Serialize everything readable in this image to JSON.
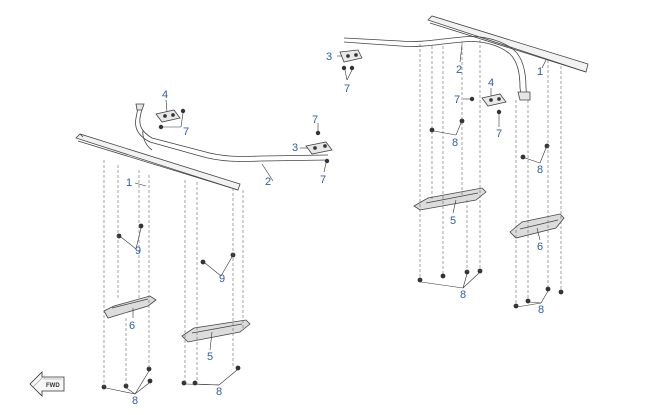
{
  "diagram": {
    "forward_marker_label": "FWD",
    "callouts": [
      {
        "id": "c1-left",
        "text": "1"
      },
      {
        "id": "c2-left",
        "text": "2"
      },
      {
        "id": "c3-left",
        "text": "3"
      },
      {
        "id": "c4-left",
        "text": "4"
      },
      {
        "id": "c7-left-a",
        "text": "7"
      },
      {
        "id": "c7-left-b",
        "text": "7"
      },
      {
        "id": "c7-left-c",
        "text": "7"
      },
      {
        "id": "c9-left-a",
        "text": "9"
      },
      {
        "id": "c9-left-b",
        "text": "9"
      },
      {
        "id": "c6-left",
        "text": "6"
      },
      {
        "id": "c5-left",
        "text": "5"
      },
      {
        "id": "c8-left-a",
        "text": "8"
      },
      {
        "id": "c8-left-b",
        "text": "8"
      },
      {
        "id": "c3-right",
        "text": "3"
      },
      {
        "id": "c7-right-a",
        "text": "7"
      },
      {
        "id": "c2-right",
        "text": "2"
      },
      {
        "id": "c1-right",
        "text": "1"
      },
      {
        "id": "c4-right",
        "text": "4"
      },
      {
        "id": "c7-right-b",
        "text": "7"
      },
      {
        "id": "c7-right-c",
        "text": "7"
      },
      {
        "id": "c8-right-a",
        "text": "8"
      },
      {
        "id": "c8-right-b",
        "text": "8"
      },
      {
        "id": "c5-right",
        "text": "5"
      },
      {
        "id": "c6-right",
        "text": "6"
      },
      {
        "id": "c8-right-c",
        "text": "8"
      },
      {
        "id": "c8-right-d",
        "text": "8"
      }
    ]
  }
}
